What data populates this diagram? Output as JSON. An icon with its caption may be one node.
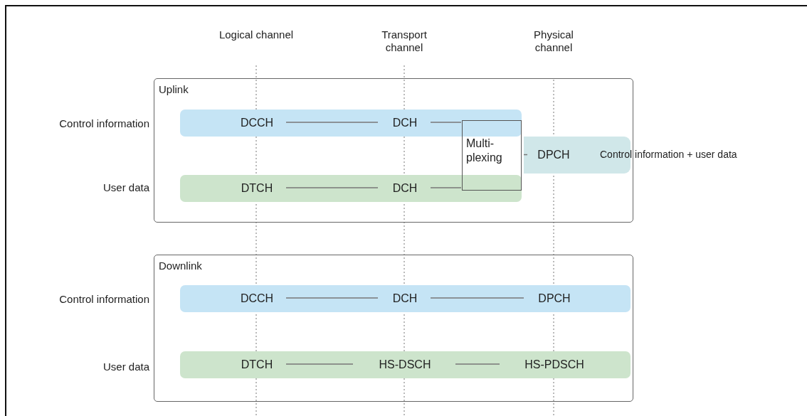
{
  "diagram": {
    "nodes": [
      {
        "text": [
          "Uplink"
        ]
      },
      {
        "text": [],
        "shape": "bar",
        "in": 0
      },
      {
        "text": [
          "DCCH"
        ],
        "in": 1
      },
      {
        "text": [
          "DCH"
        ],
        "in": 1
      },
      {
        "text": [],
        "shape": "bar",
        "in": 0
      },
      {
        "text": [
          "DTCH"
        ],
        "in": 4
      },
      {
        "text": [
          "DCH"
        ],
        "in": 4
      },
      {
        "text": [
          "Multi-plexing"
        ],
        "in": 0
      },
      {
        "text": [],
        "shape": "bar",
        "in": 0
      },
      {
        "text": [
          "DPCH"
        ],
        "in": 8
      },
      {
        "text": [
          "Downlink"
        ]
      },
      {
        "text": [],
        "shape": "bar",
        "in": 10
      },
      {
        "text": [
          "DCCH"
        ],
        "in": 11
      },
      {
        "text": [
          "DCH"
        ],
        "in": 11
      },
      {
        "text": [
          "DPCH"
        ],
        "in": 11
      },
      {
        "text": [],
        "shape": "bar",
        "in": 10
      },
      {
        "text": [
          "DTCH"
        ],
        "in": 15
      },
      {
        "text": [
          "HS-DSCH"
        ],
        "in": 15
      },
      {
        "text": [
          "HS-PDSCH"
        ],
        "in": 15
      }
    ],
    "edges": [
      {
        "from": 2,
        "to": 3,
        "arrow": "none"
      },
      {
        "from": 3,
        "to": 7,
        "arrow": "none"
      },
      {
        "from": 5,
        "to": 6,
        "arrow": "none"
      },
      {
        "from": 6,
        "to": 7,
        "arrow": "none"
      },
      {
        "from": 7,
        "to": 9,
        "arrow": "none"
      },
      {
        "from": 12,
        "to": 13,
        "arrow": "none"
      },
      {
        "from": 13,
        "to": 14,
        "arrow": "none"
      },
      {
        "from": 16,
        "to": 17,
        "arrow": "none"
      },
      {
        "from": 17,
        "to": 18,
        "arrow": "none"
      }
    ],
    "labels": [
      "Logical channel",
      "Transport channel",
      "Physical channel",
      "Control information",
      "Control information + user data",
      "User data",
      "Control information",
      "User data"
    ]
  }
}
